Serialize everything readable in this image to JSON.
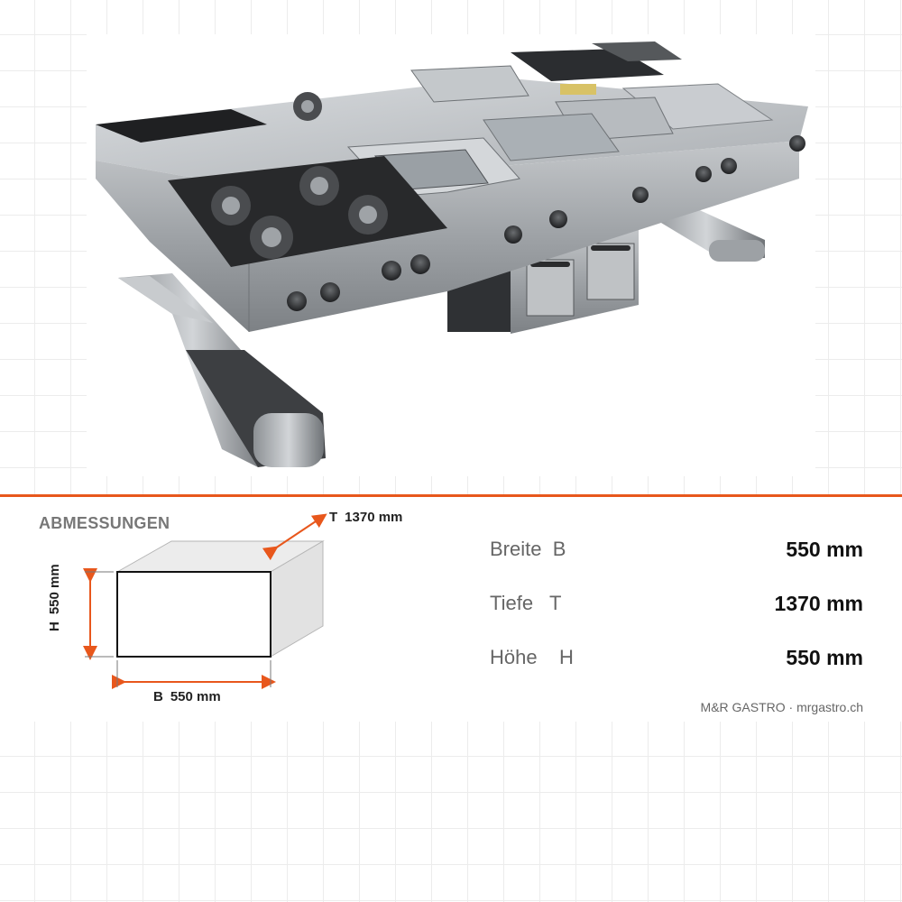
{
  "dimensions": {
    "title": "ABMESSUNGEN",
    "depth_label": {
      "letter": "T",
      "value": "1370 mm"
    },
    "width_label": {
      "letter": "B",
      "value": "550 mm"
    },
    "height_label": {
      "letter": "H",
      "value": "550 mm"
    }
  },
  "specs": [
    {
      "name": "Breite  B",
      "value": "550 mm"
    },
    {
      "name": "Tiefe   T",
      "value": "1370 mm"
    },
    {
      "name": "Höhe    H",
      "value": "550 mm"
    }
  ],
  "footer": {
    "brand": "M&R GASTRO · mrgastro.ch"
  },
  "colors": {
    "accent": "#e8571c",
    "steel": "#b9bdc1",
    "dark_steel": "#3a3c3f"
  },
  "product_image": {
    "icon": "cooking-island-illustration"
  }
}
